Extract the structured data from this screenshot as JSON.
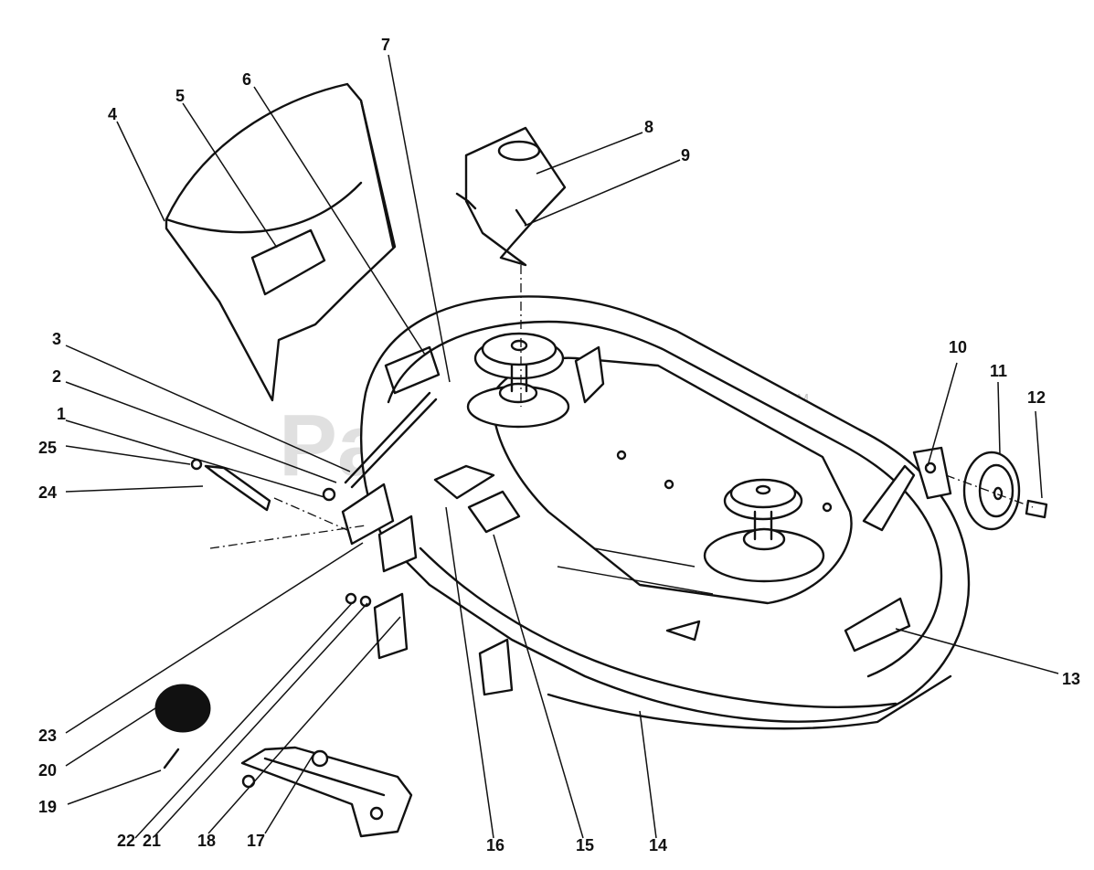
{
  "watermark": {
    "text": "PartsTree",
    "trademark": "TM"
  },
  "callouts": {
    "c1": "1",
    "c2": "2",
    "c3": "3",
    "c4": "4",
    "c5": "5",
    "c6": "6",
    "c7": "7",
    "c8": "8",
    "c9": "9",
    "c10": "10",
    "c11": "11",
    "c12": "12",
    "c13": "13",
    "c14": "14",
    "c15": "15",
    "c16": "16",
    "c17": "17",
    "c18": "18",
    "c19": "19",
    "c20": "20",
    "c21": "21",
    "c22": "22",
    "c23": "23",
    "c24": "24",
    "c25": "25"
  }
}
